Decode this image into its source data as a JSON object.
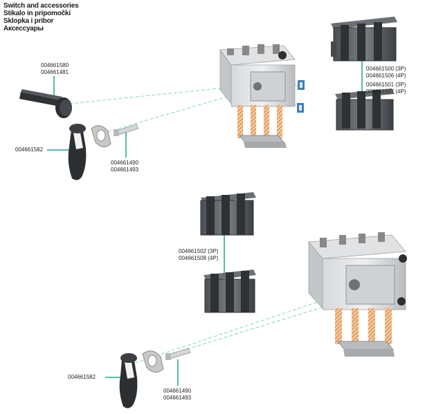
{
  "title_lines": [
    "Switch and accessories",
    "Stikalo in pripomočki",
    "Sklopka i pribor",
    "Аксессуары"
  ],
  "colors": {
    "leader": "#1aa58a",
    "dashed": "#7fd6c6",
    "copper": "#e9b07a",
    "metal": "#c9ccd0",
    "dark": "#3a3d40"
  },
  "labels": {
    "top_handle": [
      "004661580",
      "004661481"
    ],
    "top_knob": "004661582",
    "top_shaft": [
      "004661490",
      "004661493"
    ],
    "top_shroud": [
      "004661500 (3P)",
      "004661506 (4P)",
      "004661501 (3P)",
      "004661507 (4P)"
    ],
    "bottom_shroud": [
      "004661502 (3P)",
      "004661508 (4P)"
    ],
    "bottom_knob": "004661582",
    "bottom_shaft": [
      "004661490",
      "004661493"
    ]
  },
  "icons": [
    "extension-handle",
    "rotary-handle",
    "mounting-plate",
    "shaft",
    "switch-body",
    "terminal-shroud",
    "auxiliary-contact"
  ]
}
